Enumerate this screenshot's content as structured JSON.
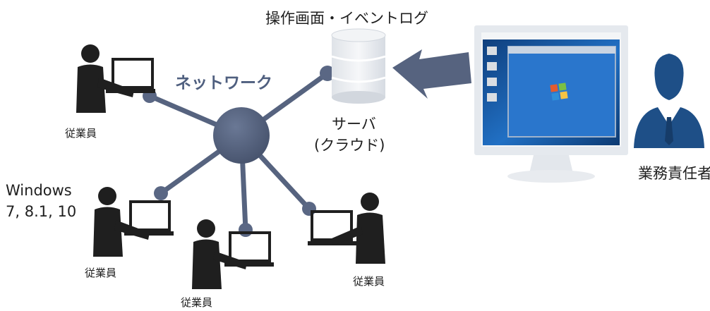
{
  "title": "操作画面・イベントログ",
  "network_label": "ネットワーク",
  "server": {
    "label_line1": "サーバ",
    "label_line2": "(クラウド)"
  },
  "manager_label": "業務責任者",
  "os": {
    "line1": "Windows",
    "line2": "7, 8.1, 10"
  },
  "employee_label": "従業員",
  "employees": [
    {
      "label": "従業員"
    },
    {
      "label": "従業員"
    },
    {
      "label": "従業員"
    },
    {
      "label": "従業員"
    }
  ],
  "colors": {
    "hub": "#56637f",
    "node": "#5a6784",
    "person": "#1f1f1f",
    "arrow": "#56637f",
    "cylinder": "#eceff3",
    "monitor_frame": "#e3e7ec",
    "desktop": "#1a5aa5"
  },
  "icons": [
    "person-icon",
    "laptop-icon",
    "database-icon",
    "monitor-icon",
    "arrow-left-icon",
    "businessman-icon"
  ]
}
